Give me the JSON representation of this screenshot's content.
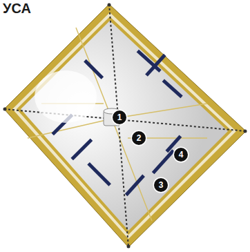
{
  "diagram": {
    "title": "УСА",
    "labels": [
      "1",
      "2",
      "3",
      "4"
    ]
  }
}
